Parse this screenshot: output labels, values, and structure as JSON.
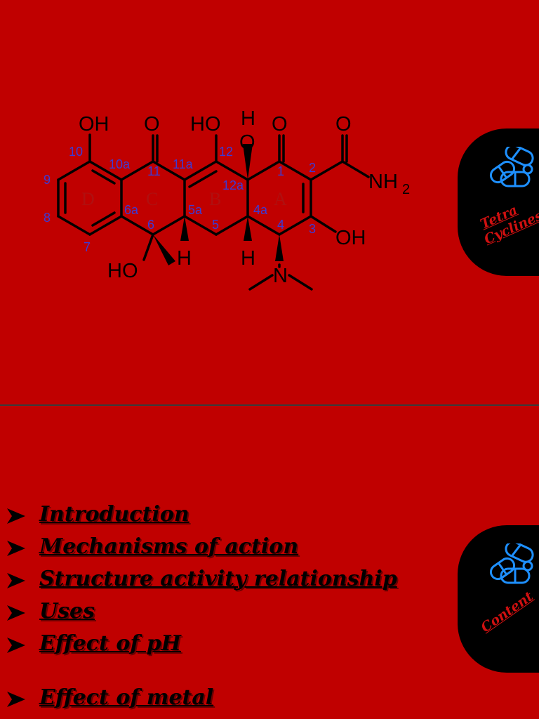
{
  "slide1": {
    "tab": {
      "line1": "Tetra",
      "line2": "Cyclines",
      "icon": "capsules-icon"
    },
    "molecule": {
      "groups": {
        "oh_top_left": "OH",
        "o_11": "O",
        "ho_12": "HO",
        "h_12a": "H",
        "o_12a": "O",
        "o_1": "O",
        "o_amide": "O",
        "nh2": "NH",
        "nh2_sub": "2",
        "oh_3": "OH",
        "n_4": "N",
        "h_5a": "H",
        "h_4a": "H",
        "ho_6": "HO"
      },
      "positions": {
        "p10": "10",
        "p10a": "10a",
        "p11": "11",
        "p11a": "11a",
        "p12": "12",
        "p12a": "12a",
        "p1": "1",
        "p2": "2",
        "p3": "3",
        "p4": "4",
        "p4a": "4a",
        "p5": "5",
        "p5a": "5a",
        "p6": "6",
        "p6a": "6a",
        "p7": "7",
        "p8": "8",
        "p9": "9"
      },
      "rings": {
        "D": "D",
        "C": "C",
        "B": "B",
        "A": "A"
      },
      "colors": {
        "bonds": "#000000",
        "numbers": "#3b3bd6",
        "rings": "#b01010"
      }
    }
  },
  "slide2": {
    "tab": {
      "label": "Content",
      "icon": "capsules-icon"
    },
    "items": [
      "Introduction",
      "Mechanisms of  action",
      "Structure activity relationship",
      "Uses",
      "Effect of  pH",
      "Effect of  metal"
    ]
  },
  "colors": {
    "slide_bg": "#c00000",
    "tab_bg": "#000000",
    "tab_text": "#d01010",
    "icon": "#1e90ff"
  }
}
